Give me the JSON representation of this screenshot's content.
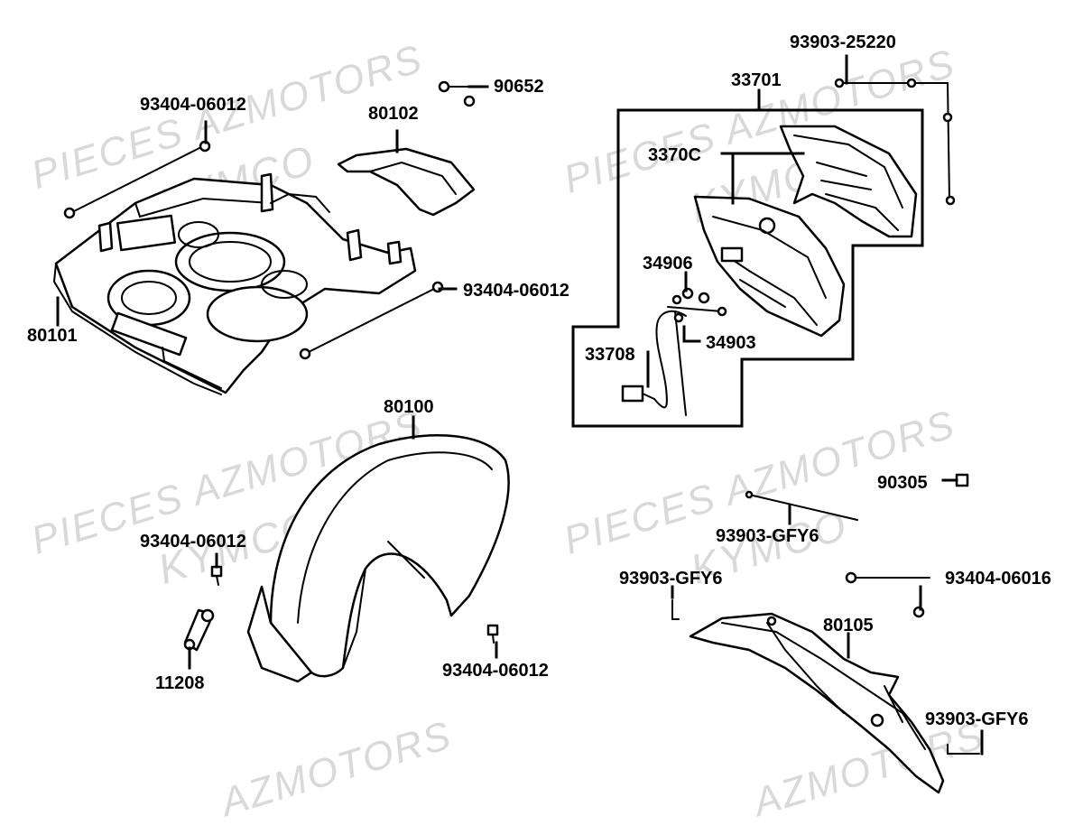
{
  "watermarks": {
    "pieces": "PIECES AZMOTORS",
    "brand": "KYMCO",
    "azmotors": "AZMOTORS"
  },
  "labels": {
    "l_93404_06012_a": "93404-06012",
    "l_80102": "80102",
    "l_90652": "90652",
    "l_80101": "80101",
    "l_93404_06012_b": "93404-06012",
    "l_93903_25220": "93903-25220",
    "l_33701": "33701",
    "l_3370C": "3370C",
    "l_34906": "34906",
    "l_34903": "34903",
    "l_33708": "33708",
    "l_80100": "80100",
    "l_93404_06012_c": "93404-06012",
    "l_11208": "11208",
    "l_93404_06012_d": "93404-06012",
    "l_90305": "90305",
    "l_93903_GFY6_a": "93903-GFY6",
    "l_93903_GFY6_b": "93903-GFY6",
    "l_93404_06016": "93404-06016",
    "l_80105": "80105",
    "l_93903_GFY6_c": "93903-GFY6"
  }
}
